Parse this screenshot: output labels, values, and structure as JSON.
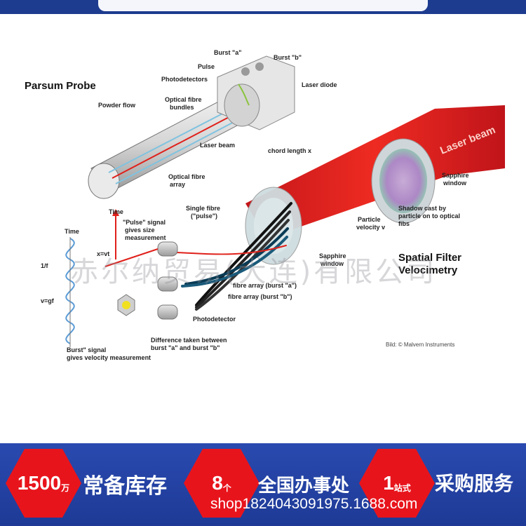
{
  "labels": {
    "burst_a": "Burst \"a\"",
    "burst_b": "Burst \"b\"",
    "pulse": "Pulse",
    "photodetectors": "Photodetectors",
    "laser_diode": "Laser diode",
    "parsum_probe": "Parsum Probe",
    "optical_fibre_bundles_1": "Optical fibre",
    "optical_fibre_bundles_2": "bundles",
    "powder_flow": "Powder flow",
    "laser_beam": "Laser beam",
    "optical_fibre_array_1": "Optical fibre",
    "optical_fibre_array_2": "array",
    "chord_length": "chord length x",
    "laser_beam_big": "Laser beam",
    "sapphire_window_1": "Sapphire",
    "sapphire_window_2": "window",
    "shadow_1": "Shadow cast by",
    "shadow_2": "particle on to optical",
    "shadow_3": "fibs",
    "particle_velocity_1": "Particle",
    "particle_velocity_2": "velocity v",
    "time_top": "Time",
    "pulse_signal_1": "\"Pulse\" signal",
    "pulse_signal_2": "gives size",
    "pulse_signal_3": "measurement",
    "single_fibre_1": "Single fibre",
    "single_fibre_2": "(\"pulse\")",
    "time_left": "Time",
    "x_vt": "x=vt",
    "one_over_f": "1/f",
    "v_gf": "v=gf",
    "sapphire_window2_1": "Sapphire",
    "sapphire_window2_2": "window",
    "sfv_1": "Spatial Filter",
    "sfv_2": "Velocimetry",
    "fibre_array_a": "fibre array (burst \"a\")",
    "fibre_array_b": "fibre array (burst \"b\")",
    "photodetector": "Photodetector",
    "difference_1": "Difference taken between",
    "difference_2": "burst \"a\" and burst \"b\"",
    "burst_signal_1": "Burst\" signal",
    "burst_signal_2": "gives velocity measurement",
    "credit": "Bild: © Malvern Instruments"
  },
  "watermark": "赤尔纳贸易(大连)有限公司",
  "banner": {
    "hex1_num": "1500",
    "hex1_unit": "万",
    "text1": "常备库存",
    "hex2_num": "8",
    "hex2_unit": "个",
    "text2": "全国办事处",
    "hex3_num": "1",
    "hex3_unit": "站式",
    "text3": "采购服务",
    "shop": "shop1824043091975.1688.com"
  },
  "colors": {
    "band": "#1e3a96",
    "hex": "#e8141c",
    "laser": "#e0201a"
  }
}
